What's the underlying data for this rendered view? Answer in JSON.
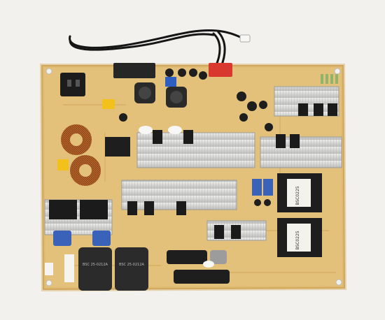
{
  "colors": {
    "background": "#f2f1ee",
    "pcb": "#e3c17a",
    "pcb_edge": "#d2aa5e",
    "heatsink": "#d6d6d4",
    "transformer": "#2b2b2b",
    "capacitor_blue": "#3a62b8",
    "capacitor_black": "#1e1e1e",
    "copper": "#b8652a"
  },
  "labels": {
    "transformer_left": "BSC 25-0212A",
    "transformer_right": "BSC 25-0212A",
    "module_upper": "BSC0225",
    "module_lower": "BSC0225"
  }
}
